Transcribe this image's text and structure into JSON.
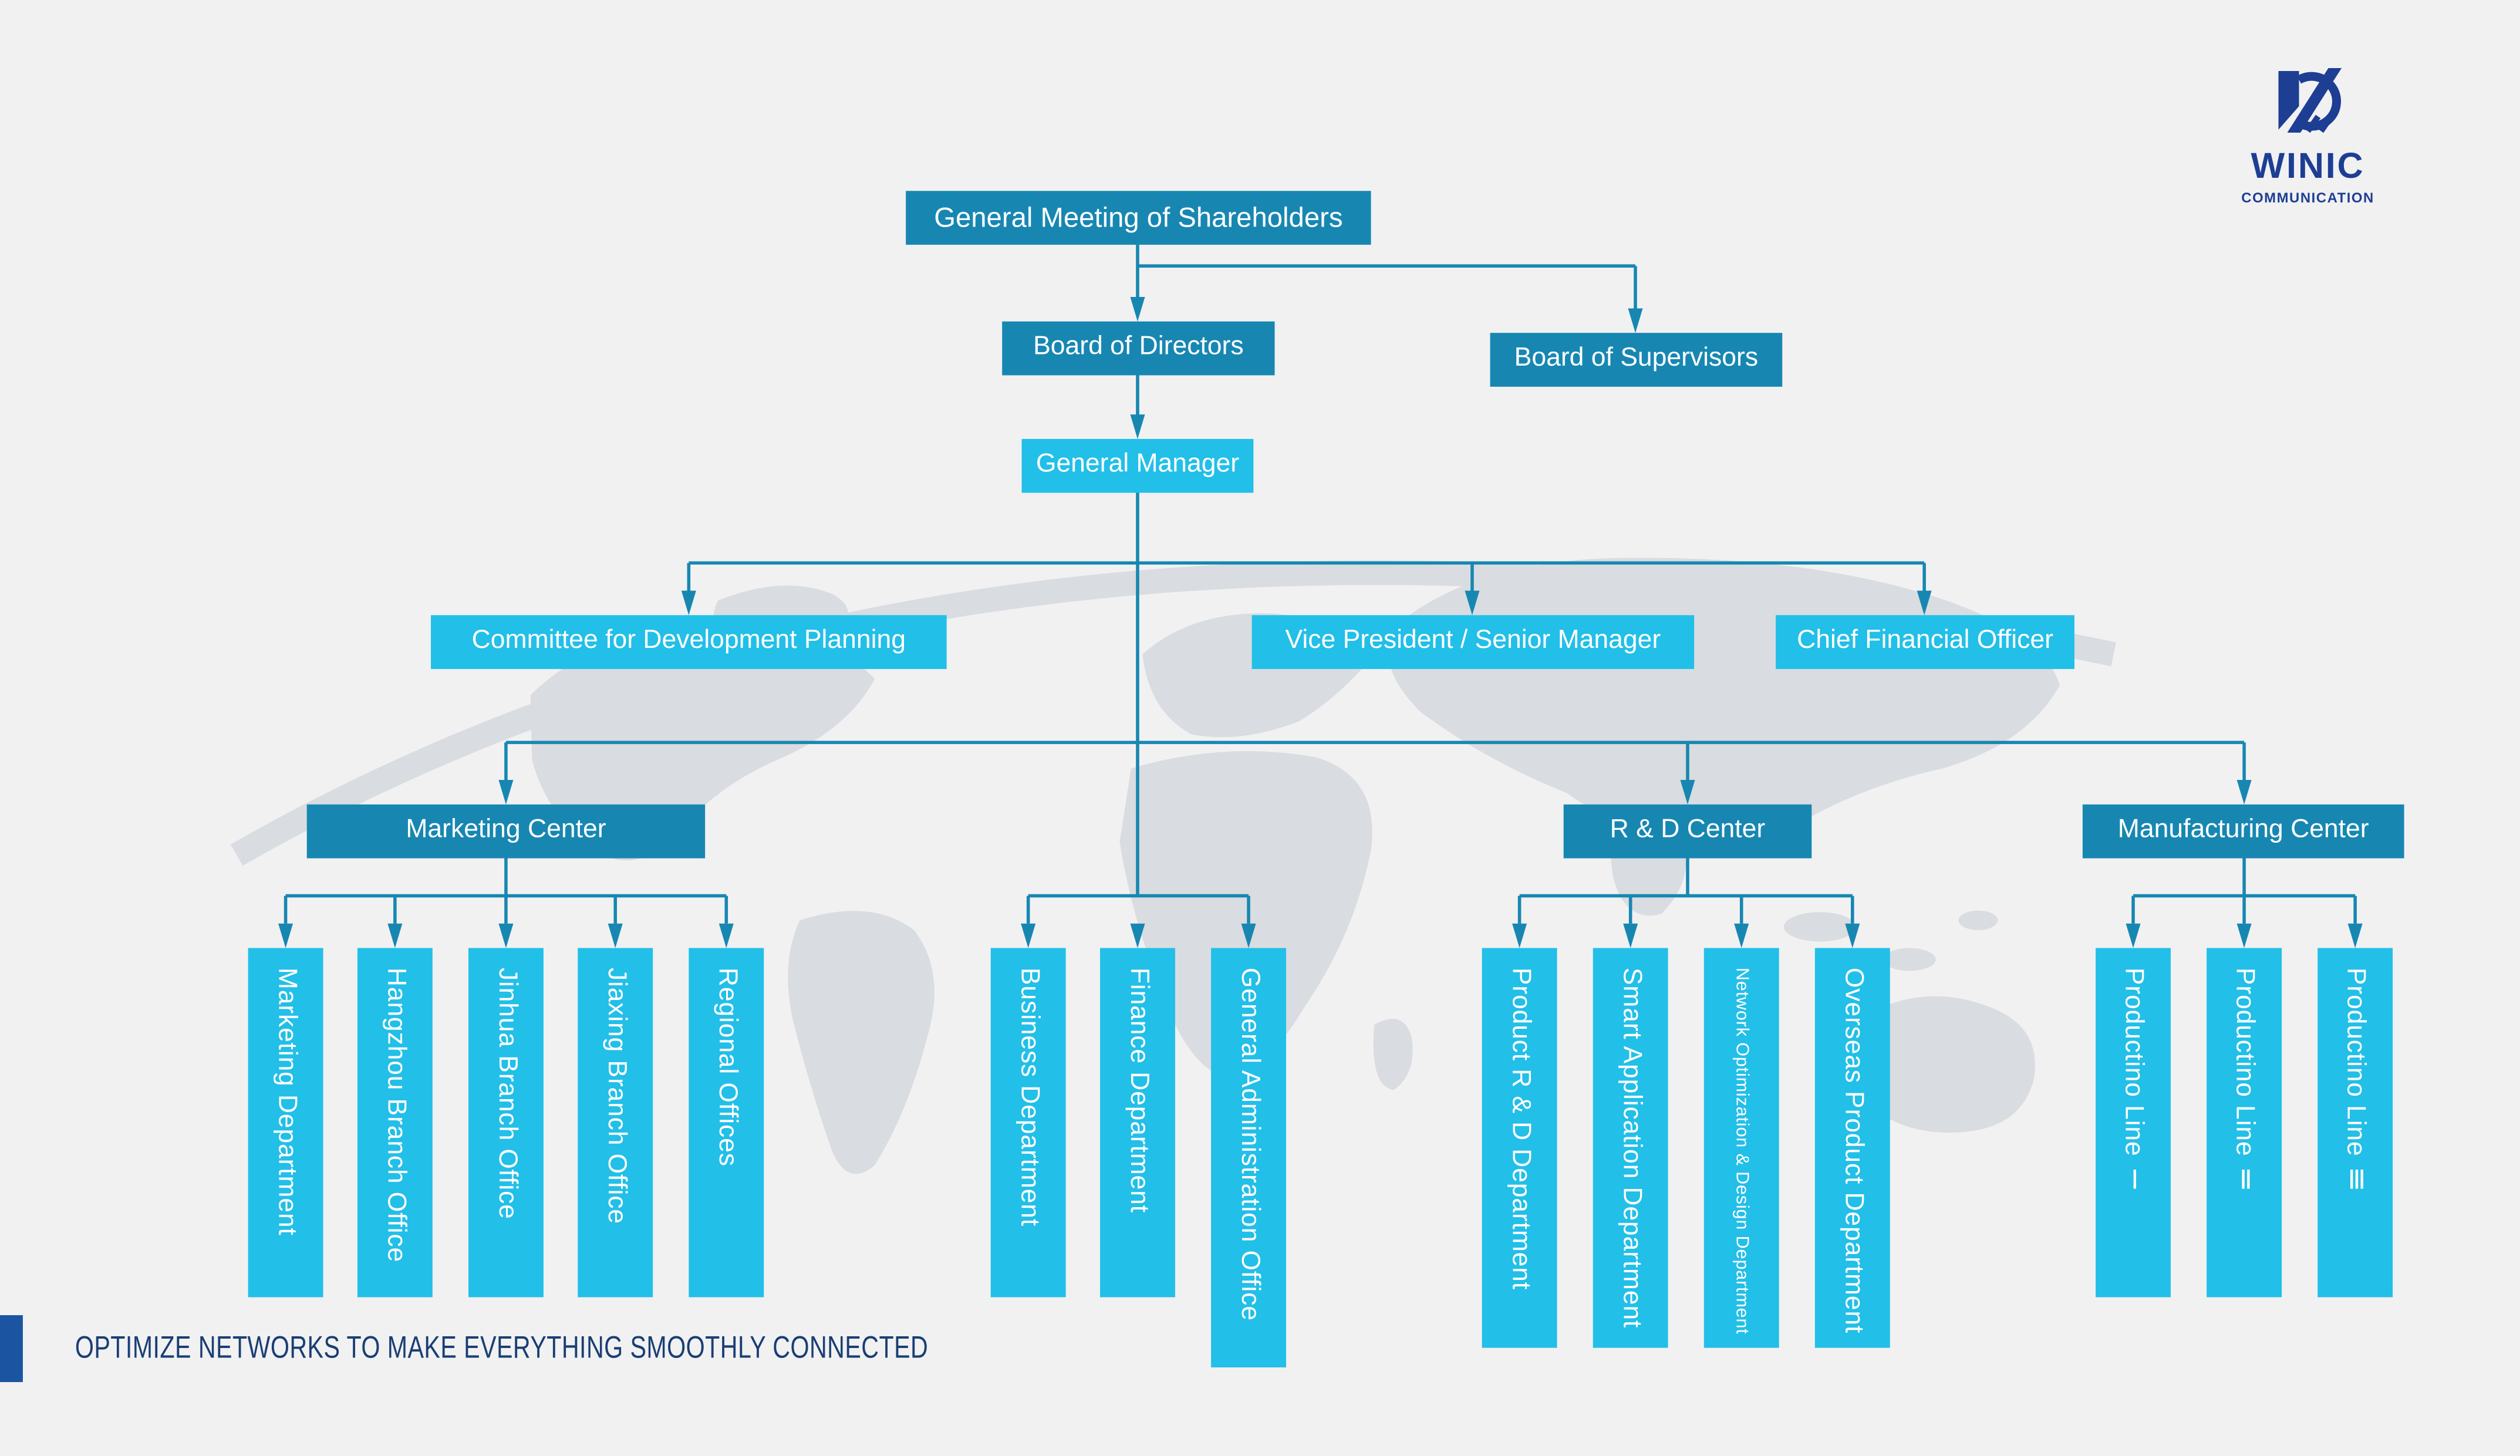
{
  "logo": {
    "name": "WINIC",
    "subtitle": "COMMUNICATION",
    "color": "#1e3e94"
  },
  "tagline": {
    "text": "OPTIMIZE NETWORKS TO MAKE EVERYTHING SMOOTHLY CONNECTED",
    "square_color": "#1b55a1",
    "text_color": "#1a3e73"
  },
  "colors": {
    "background": "#f1f1f2",
    "box_dark": "#1787b2",
    "box_light": "#22bfe8",
    "connector": "#1787b2",
    "box_text": "#ffffff",
    "map_watermark": "#d9dce0"
  },
  "org": {
    "shareholders": "General Meeting of Shareholders",
    "board_directors": "Board of Directors",
    "board_supervisors": "Board of Supervisors",
    "general_manager": "General Manager",
    "committee": "Committee for Development Planning",
    "vice_president": "Vice President / Senior Manager",
    "cfo": "Chief Financial Officer",
    "marketing_center": "Marketing Center",
    "rd_center": "R & D Center",
    "manufacturing_center": "Manufacturing Center",
    "marketing_children": [
      "Marketing Department",
      "Hangzhou Branch Office",
      "Jinhua Branch Office",
      "Jiaxing Branch Office",
      "Regional Offices"
    ],
    "gm_children": [
      "Business Department",
      "Finance Department",
      "General Administration Office"
    ],
    "rd_children": [
      "Product R & D Department",
      "Smart Application Department",
      "Network Optimization & Design Department",
      "Overseas Product Department"
    ],
    "manufacturing_children": [
      "Productino Line Ⅰ",
      "Productino Line Ⅱ",
      "Productino Line Ⅲ"
    ]
  }
}
